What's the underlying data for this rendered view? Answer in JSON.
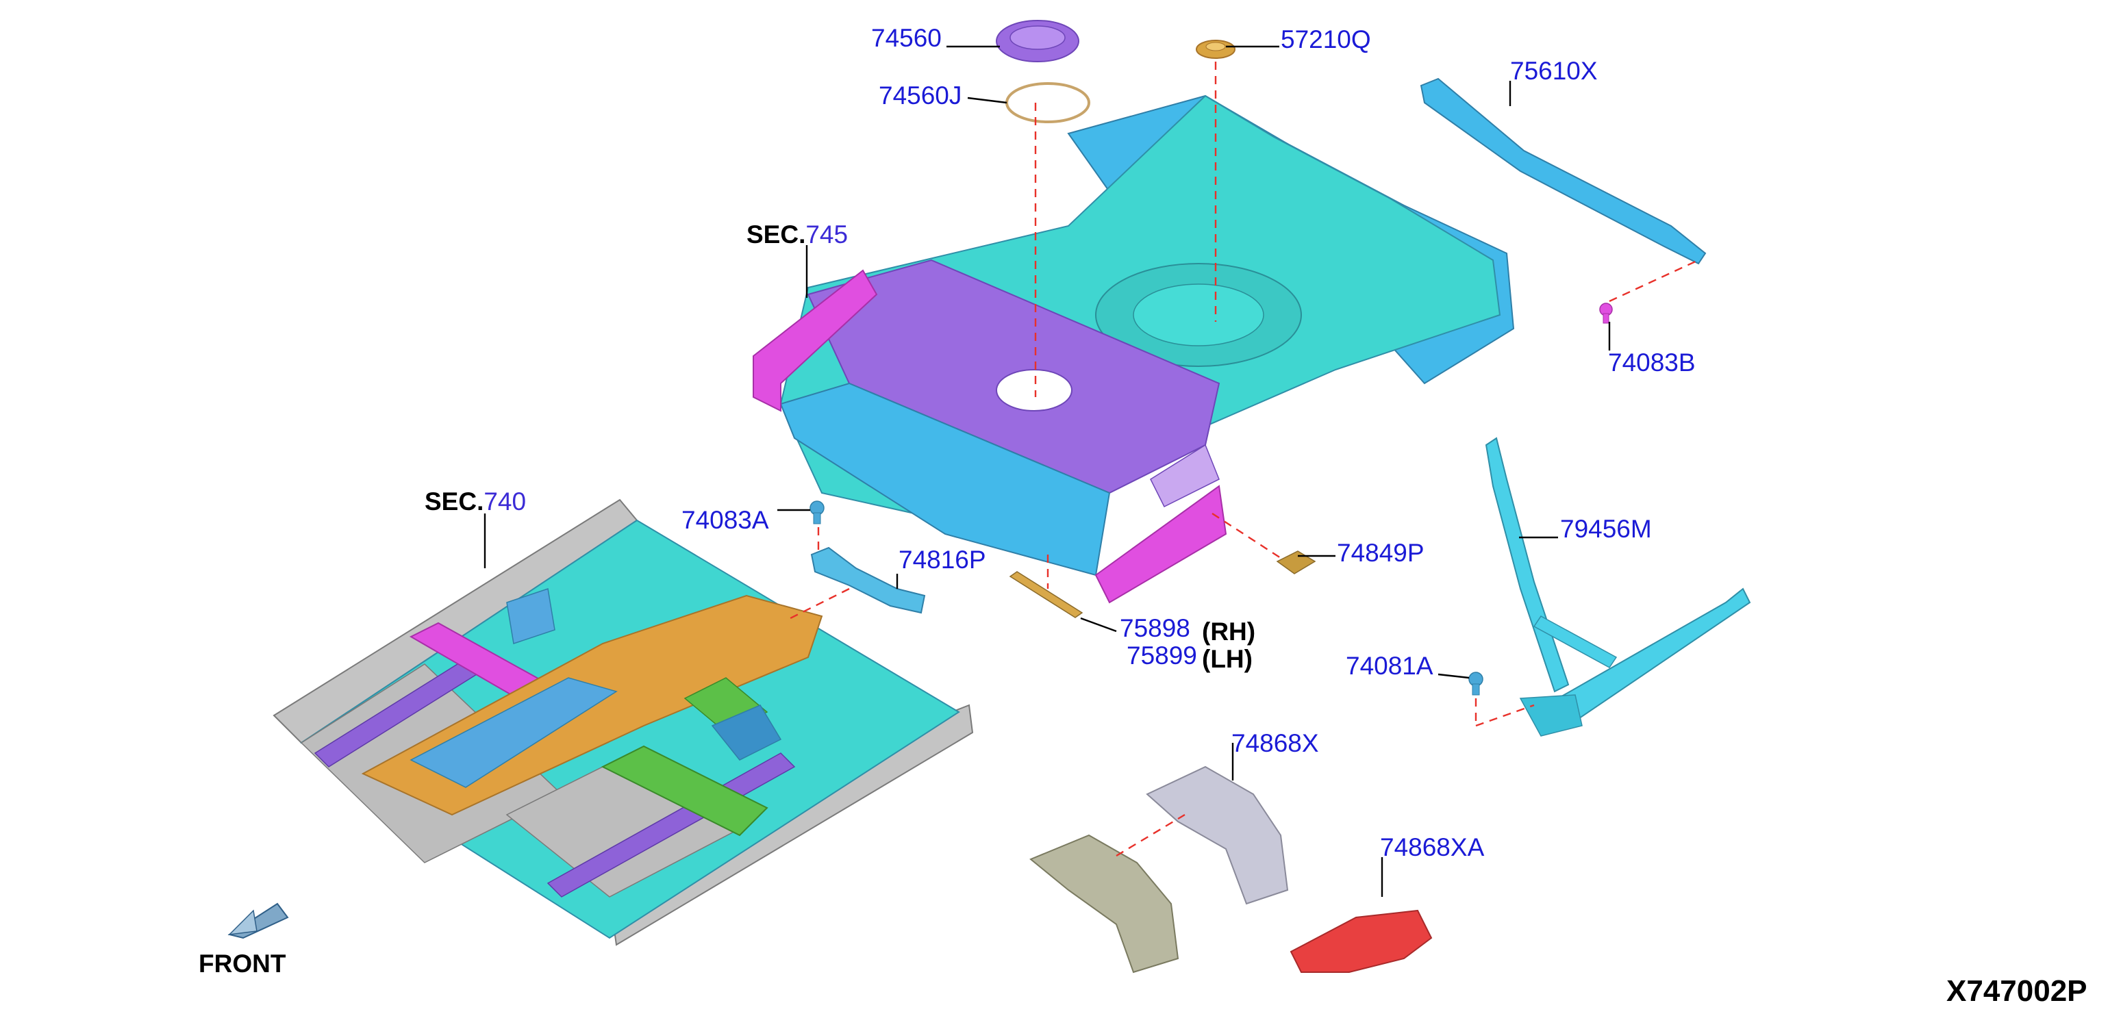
{
  "diagram_code": "X747002P",
  "front_label": "FRONT",
  "sections": [
    {
      "prefix": "SEC.",
      "number": "745"
    },
    {
      "prefix": "SEC.",
      "number": "740"
    }
  ],
  "parts": [
    {
      "id": "74560",
      "label": "74560",
      "color": "#9b6be0"
    },
    {
      "id": "74560J",
      "label": "74560J",
      "color": "#c8a46a"
    },
    {
      "id": "57210Q",
      "label": "57210Q",
      "color": "#d9a441"
    },
    {
      "id": "75610X",
      "label": "75610X",
      "color": "#43b9ea"
    },
    {
      "id": "74083B",
      "label": "74083B",
      "color": "#e04fe0"
    },
    {
      "id": "74083A",
      "label": "74083A",
      "color": "#4aa8d8"
    },
    {
      "id": "74816P",
      "label": "74816P",
      "color": "#55bde6"
    },
    {
      "id": "74849P",
      "label": "74849P",
      "color": "#c79b3e"
    },
    {
      "id": "75898",
      "label": "75898",
      "suffix": "(RH)",
      "color": "#d8a84a"
    },
    {
      "id": "75899",
      "label": "75899",
      "suffix": "(LH)",
      "color": "#d8a84a"
    },
    {
      "id": "79456M",
      "label": "79456M",
      "color": "#4ad0e8"
    },
    {
      "id": "74081A",
      "label": "74081A",
      "color": "#4aa8d8"
    },
    {
      "id": "74868X",
      "label": "74868X",
      "color": "#c8c8d8"
    },
    {
      "id": "74868XA",
      "label": "74868XA",
      "color": "#e84040"
    }
  ],
  "colors": {
    "label_blue": "#1a1ad6",
    "leader": "#000000",
    "center_line": "#e8312a",
    "panel_cyan": "#40d6d0",
    "panel_blue": "#43b9ea",
    "panel_purple": "#9a6be0",
    "panel_magenta": "#e04fe0",
    "panel_orange": "#e0a040",
    "panel_green": "#5cc048",
    "panel_grey": "#b8b8b8"
  }
}
